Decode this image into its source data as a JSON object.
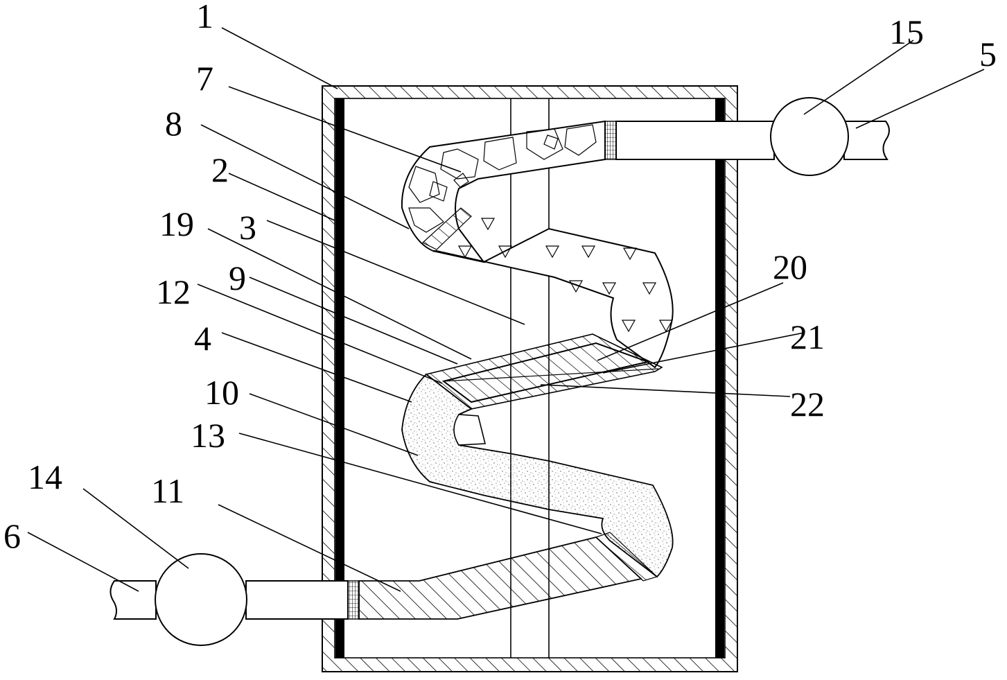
{
  "labels": {
    "l1": "1",
    "l2": "2",
    "l3": "3",
    "l4": "4",
    "l5": "5",
    "l6": "6",
    "l7": "7",
    "l8": "8",
    "l9": "9",
    "l10": "10",
    "l11": "11",
    "l12": "12",
    "l13": "13",
    "l14": "14",
    "l15": "15",
    "l19": "19",
    "l20": "20",
    "l21": "21",
    "l22": "22"
  }
}
